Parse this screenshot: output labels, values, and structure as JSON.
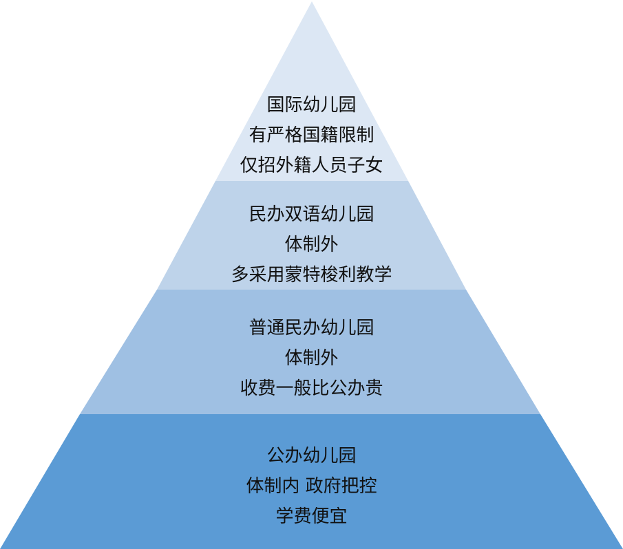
{
  "tiers": [
    {
      "color": "#dce7f4",
      "lines": [
        "国际幼儿园",
        "有严格国籍限制",
        "仅招外籍人员子女"
      ]
    },
    {
      "color": "#bed3ea",
      "lines": [
        "民办双语幼儿园",
        "体制外",
        "多采用蒙特梭利教学"
      ]
    },
    {
      "color": "#9fc0e3",
      "lines": [
        "普通民办幼儿园",
        "体制外",
        "收费一般比公办贵"
      ]
    },
    {
      "color": "#5b9bd5",
      "lines": [
        "公办幼儿园",
        "体制内 政府把控",
        "学费便宜"
      ]
    }
  ]
}
